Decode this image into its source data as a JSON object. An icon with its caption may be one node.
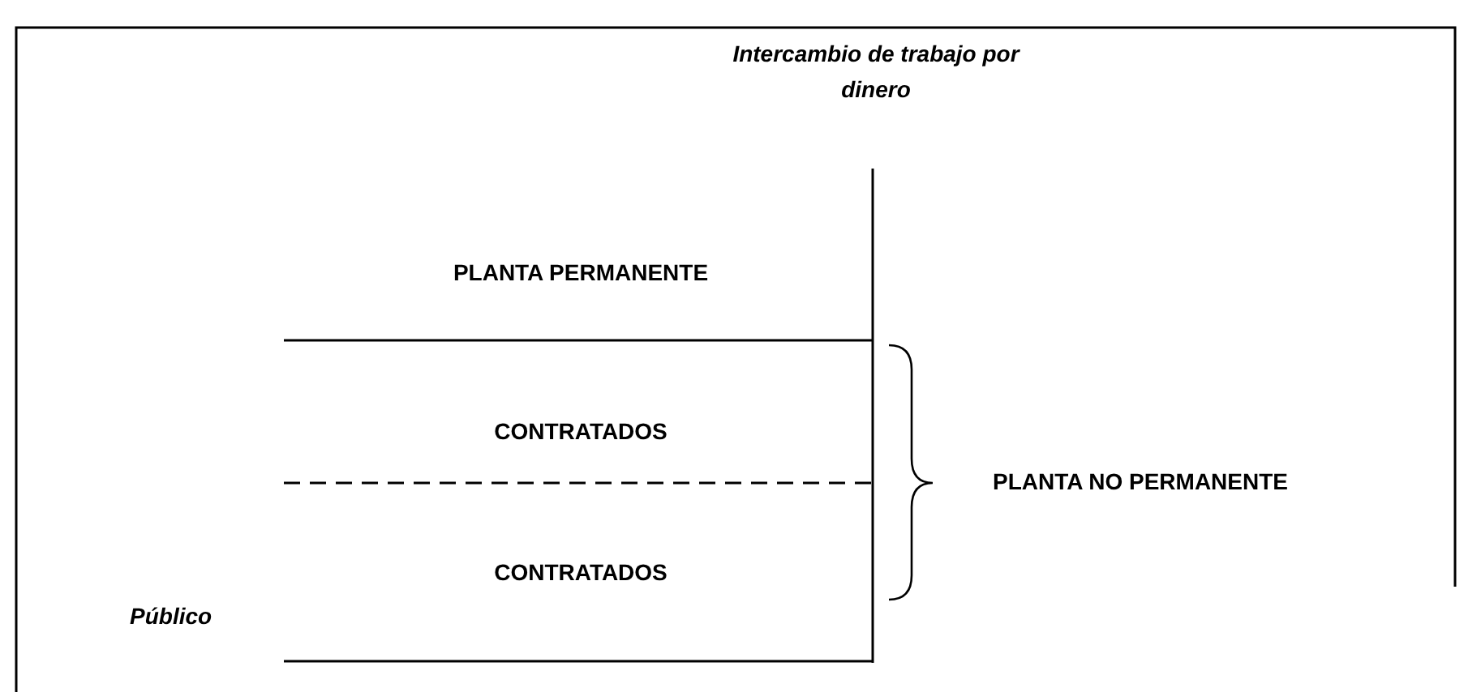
{
  "diagram": {
    "labels": [
      "Intercambio de trabajo por dinero",
      "PLANTA PERMANENTE",
      "CONTRATADOS",
      "CONTRATADOS",
      "PLANTA NO PERMANENTE",
      "Público"
    ]
  }
}
